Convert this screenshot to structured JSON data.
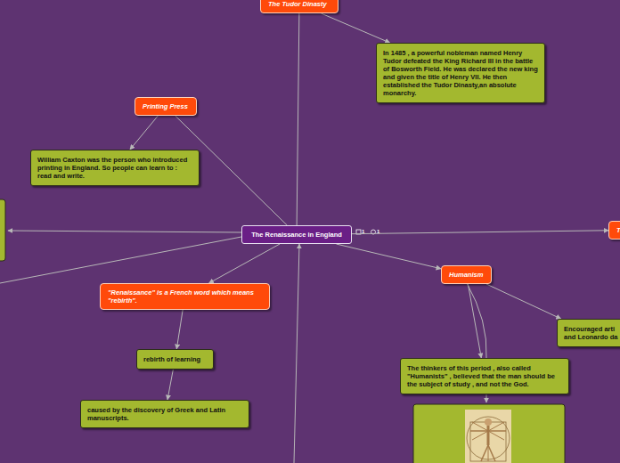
{
  "diagram": {
    "nodes": [
      {
        "text": [
          "The Tudor Dinasty"
        ]
      },
      {
        "text": [
          "In 1485 , a powerful nobleman named Henry Tudor defeated the King Richard III in the battle of Bosworth Field. He was declared the new king and given the title of Henry VII. He then established the Tudor Dinasty,an absolute monarchy."
        ]
      },
      {
        "text": [
          "Printing Press"
        ]
      },
      {
        "text": [
          "William Caxton was the person who introduced printing in England. So people can learn to : read and write."
        ]
      },
      {
        "text": [
          "The Renaissance in England"
        ]
      },
      {
        "text": [
          "T"
        ]
      },
      {
        "text": [
          "\"Renaissance\" is a French word which means \"rebirth\"."
        ]
      },
      {
        "text": [
          "rebirth of learning"
        ]
      },
      {
        "text": [
          "caused by the discovery of Greek and Latin manuscripts."
        ]
      },
      {
        "text": [
          "Humanism"
        ]
      },
      {
        "text": [
          "Encouraged arti and Leonardo da"
        ]
      },
      {
        "text": [
          "The thinkers of this period , also called \"Humanists\" , believed that the man should be the subject of study , and not the God."
        ]
      }
    ],
    "edges": [
      {
        "from": 4,
        "to": 0,
        "arrow": "none"
      },
      {
        "from": 0,
        "to": 1,
        "arrow": "to"
      },
      {
        "from": 4,
        "to": 2,
        "arrow": "none"
      },
      {
        "from": 2,
        "to": 3,
        "arrow": "to"
      },
      {
        "from": 4,
        "to": 5,
        "arrow": "to"
      },
      {
        "from": 4,
        "to": 6,
        "arrow": "to"
      },
      {
        "from": 6,
        "to": 7,
        "arrow": "to"
      },
      {
        "from": 7,
        "to": 8,
        "arrow": "to"
      },
      {
        "from": 4,
        "to": 9,
        "arrow": "to"
      },
      {
        "from": 9,
        "to": 10,
        "arrow": "to"
      },
      {
        "from": 9,
        "to": 11,
        "arrow": "to"
      }
    ],
    "labels": [
      "1",
      "1"
    ]
  }
}
